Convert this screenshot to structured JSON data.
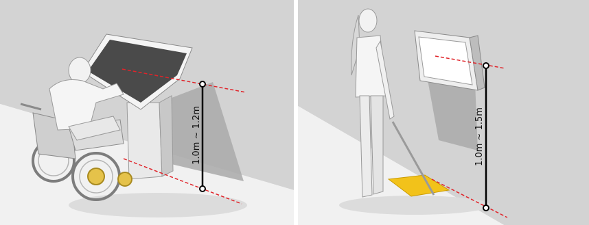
{
  "panels": [
    {
      "id": "wheelchair-user",
      "figure": "wheelchair user operating kiosk",
      "dimension_label": "1.0m ~ 1.2m"
    },
    {
      "id": "cane-user",
      "figure": "visually impaired pedestrian with white cane",
      "dimension_label": "1.0m ~ 1.5m"
    }
  ],
  "colors": {
    "wall": "#d3d3d3",
    "floor": "#efefef",
    "screen": "#4a4a4a",
    "tactile_block": "#f2c21a",
    "guide_line": "#e0242a",
    "dimension_line": "#000000"
  }
}
